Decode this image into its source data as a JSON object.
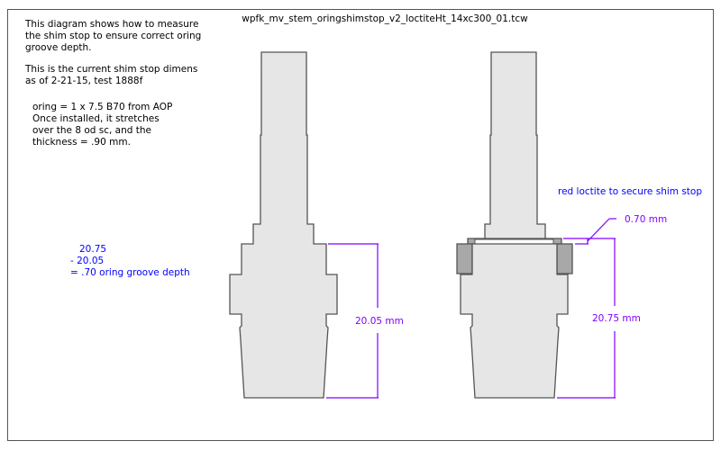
{
  "title": "wpfk_mv_stem_oringshimstop_v2_loctiteHt_14xc300_01.tcw",
  "notes": {
    "intro": [
      "This diagram shows how to measure",
      "the shim stop to ensure correct oring",
      "groove depth."
    ],
    "current": [
      "This is the current shim stop dimens",
      "as of 2-21-15, test 1888f"
    ],
    "oring": [
      "oring = 1 x 7.5 B70 from AOP",
      "Once installed, it stretches",
      "over the 8 od sc, and the",
      "thickness = .90 mm."
    ]
  },
  "calculation": [
    "20.75",
    "- 20.05",
    "= .70  oring groove depth"
  ],
  "annotations": {
    "loctite": "red loctite to secure shim stop",
    "shim_gap": "0.70 mm",
    "left_height": "20.05 mm",
    "right_height": "20.75 mm"
  },
  "colors": {
    "note": "#000000",
    "callout": "#0000ff",
    "dimension": "#8000ff",
    "part_fill": "#e6e6e6",
    "oring_fill": "#a8a8a8"
  }
}
